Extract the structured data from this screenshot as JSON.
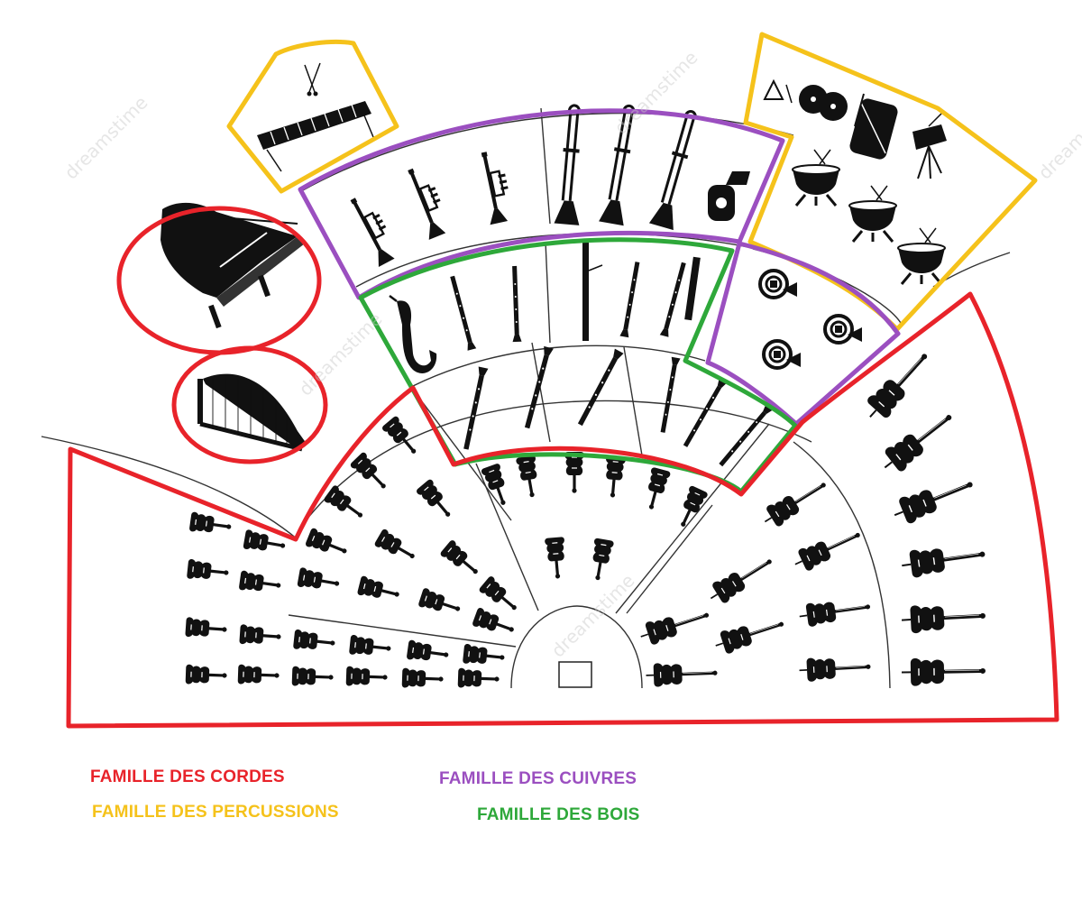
{
  "colors": {
    "cordes": "#e8232a",
    "percussions": "#f5c21b",
    "cuivres": "#9b4fc0",
    "bois": "#2ea83a",
    "ink": "#111111",
    "lines": "#333333"
  },
  "legend": {
    "cordes": "FAMILLE DES CORDES",
    "percussions": "FAMILLE DES PERCUSSIONS",
    "cuivres": "FAMILLE DES CUIVRES",
    "bois": "FAMILLE DES BOIS"
  },
  "watermark": "dreamstime",
  "families": [
    {
      "key": "cordes",
      "instruments": [
        "piano-icon",
        "harp-icon",
        "violin-icon",
        "viola-icon",
        "cello-icon",
        "double-bass-icon"
      ]
    },
    {
      "key": "percussions",
      "instruments": [
        "marimba-icon",
        "triangle-icon",
        "cymbals-icon",
        "bass-drum-icon",
        "snare-drum-icon",
        "timpani-icon"
      ]
    },
    {
      "key": "cuivres",
      "instruments": [
        "trumpet-icon",
        "trombone-icon",
        "tuba-icon",
        "french-horn-icon"
      ]
    },
    {
      "key": "bois",
      "instruments": [
        "saxophone-icon",
        "clarinet-icon",
        "bassoon-icon",
        "flute-icon",
        "oboe-icon"
      ]
    }
  ]
}
